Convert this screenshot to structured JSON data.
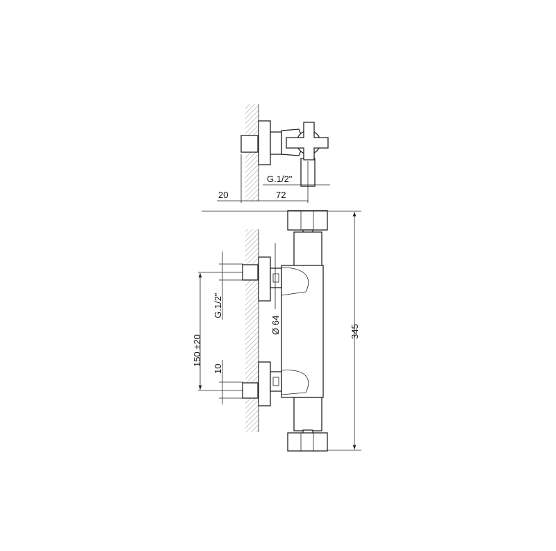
{
  "drawing": {
    "top_view": {
      "dim_thread": "G.1/2\"",
      "dim_wall_offset": "20",
      "dim_depth": "72"
    },
    "front_view": {
      "dim_height": "345",
      "dim_centres": "150  ±20",
      "dim_thread": "G.1/2\"",
      "dim_adjust": "10",
      "dim_diameter": "Ø 64"
    },
    "colors": {
      "line": "#222222",
      "hatch": "#999999",
      "background": "#ffffff"
    }
  }
}
